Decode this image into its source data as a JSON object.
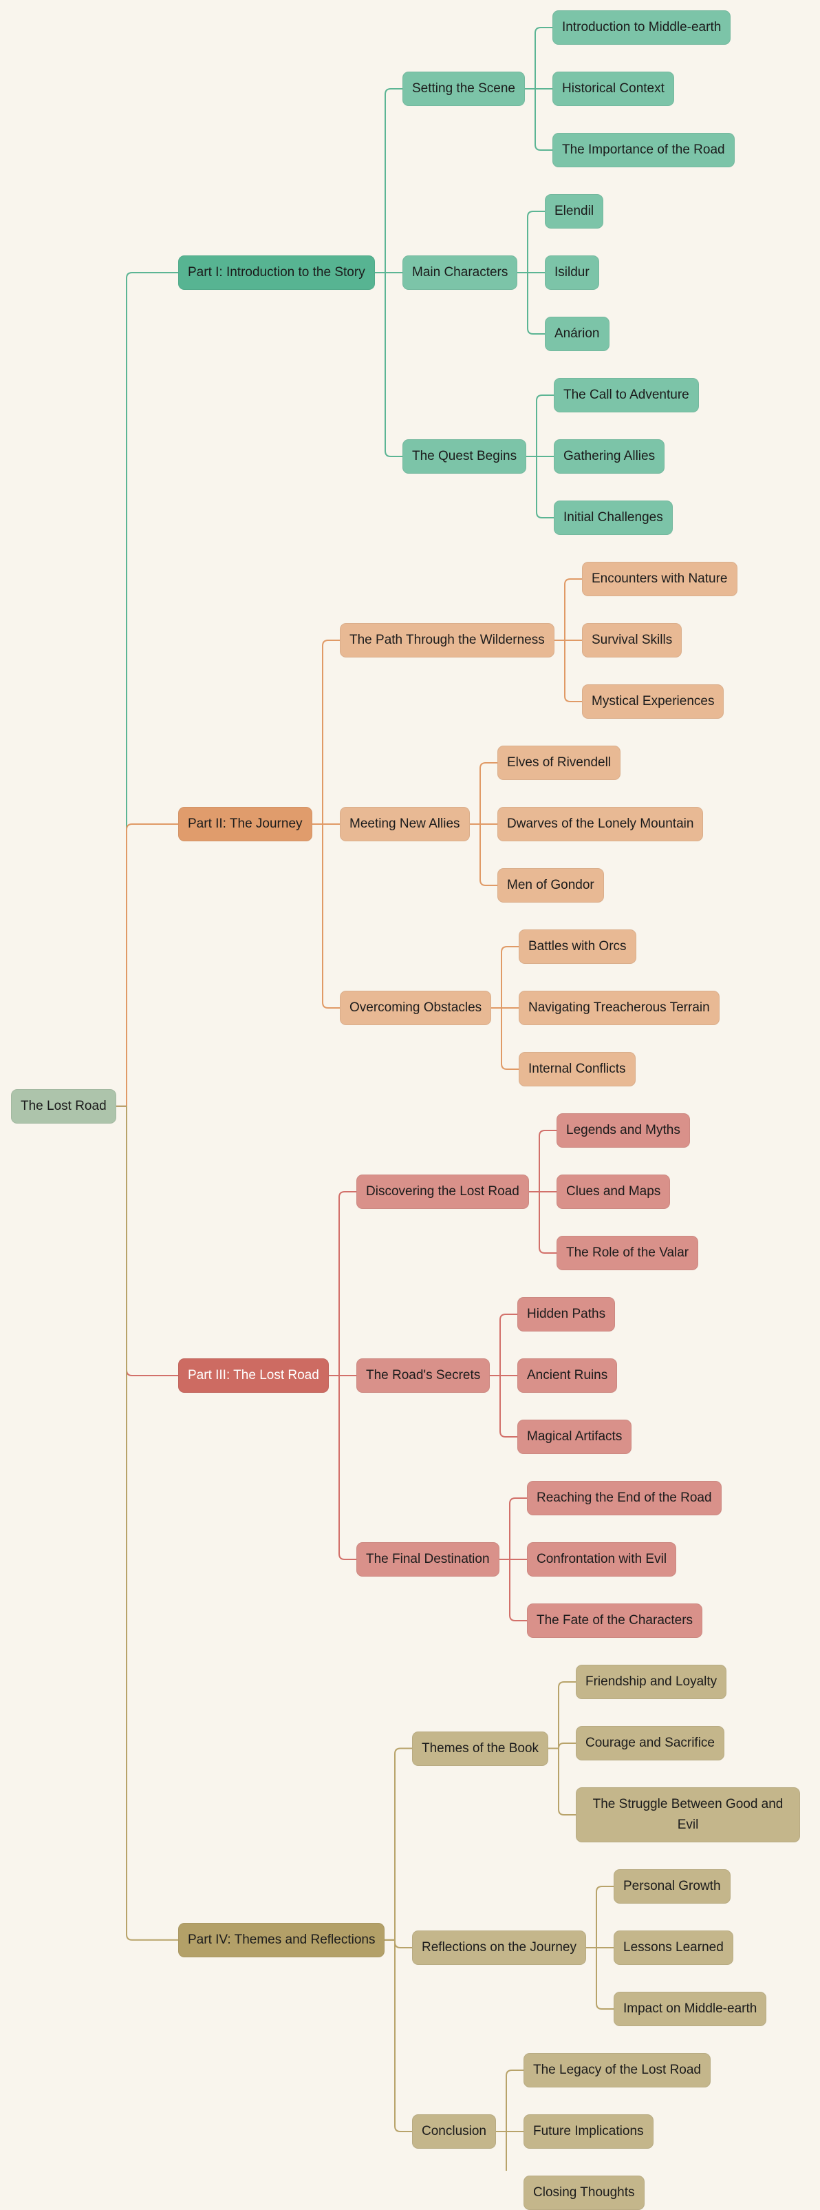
{
  "theme": {
    "root_color": "#adc4ab",
    "branches": [
      {
        "part_color": "#57b492",
        "child_color": "#7cc4a8",
        "line_color": "#5cb594",
        "part_text": "#1b1b1b"
      },
      {
        "part_color": "#e09c6c",
        "child_color": "#e8b994",
        "line_color": "#e09a66",
        "part_text": "#1b1b1b"
      },
      {
        "part_color": "#cd6b62",
        "child_color": "#d9918a",
        "line_color": "#d2706a",
        "part_text": "#ffffff"
      },
      {
        "part_color": "#b3a068",
        "child_color": "#c4b68b",
        "line_color": "#b8a36a",
        "part_text": "#1b1b1b"
      }
    ]
  },
  "mindmap": {
    "label": "The Lost Road",
    "children": [
      {
        "label": "Part I: Introduction to the Story",
        "children": [
          {
            "label": "Setting the Scene",
            "children": [
              {
                "label": "Introduction to Middle-earth"
              },
              {
                "label": "Historical Context"
              },
              {
                "label": "The Importance of the Road"
              }
            ]
          },
          {
            "label": "Main Characters",
            "children": [
              {
                "label": "Elendil"
              },
              {
                "label": "Isildur"
              },
              {
                "label": "Anárion"
              }
            ]
          },
          {
            "label": "The Quest Begins",
            "children": [
              {
                "label": "The Call to Adventure"
              },
              {
                "label": "Gathering Allies"
              },
              {
                "label": "Initial Challenges"
              }
            ]
          }
        ]
      },
      {
        "label": "Part II: The Journey",
        "children": [
          {
            "label": "The Path Through the Wilderness",
            "children": [
              {
                "label": "Encounters with Nature"
              },
              {
                "label": "Survival Skills"
              },
              {
                "label": "Mystical Experiences"
              }
            ]
          },
          {
            "label": "Meeting New Allies",
            "children": [
              {
                "label": "Elves of Rivendell"
              },
              {
                "label": "Dwarves of the Lonely Mountain"
              },
              {
                "label": "Men of Gondor"
              }
            ]
          },
          {
            "label": "Overcoming Obstacles",
            "children": [
              {
                "label": "Battles with Orcs"
              },
              {
                "label": "Navigating Treacherous Terrain"
              },
              {
                "label": "Internal Conflicts"
              }
            ]
          }
        ]
      },
      {
        "label": "Part III: The Lost Road",
        "children": [
          {
            "label": "Discovering the Lost Road",
            "children": [
              {
                "label": "Legends and Myths"
              },
              {
                "label": "Clues and Maps"
              },
              {
                "label": "The Role of the Valar"
              }
            ]
          },
          {
            "label": "The Road's Secrets",
            "children": [
              {
                "label": "Hidden Paths"
              },
              {
                "label": "Ancient Ruins"
              },
              {
                "label": "Magical Artifacts"
              }
            ]
          },
          {
            "label": "The Final Destination",
            "children": [
              {
                "label": "Reaching the End of the Road"
              },
              {
                "label": "Confrontation with Evil"
              },
              {
                "label": "The Fate of the Characters"
              }
            ]
          }
        ]
      },
      {
        "label": "Part IV: Themes and Reflections",
        "children": [
          {
            "label": "Themes of the Book",
            "children": [
              {
                "label": "Friendship and Loyalty"
              },
              {
                "label": "Courage and Sacrifice"
              },
              {
                "label": "The Struggle Between Good and Evil"
              }
            ]
          },
          {
            "label": "Reflections on the Journey",
            "children": [
              {
                "label": "Personal Growth"
              },
              {
                "label": "Lessons Learned"
              },
              {
                "label": "Impact on Middle-earth"
              }
            ]
          },
          {
            "label": "Conclusion",
            "children": [
              {
                "label": "The Legacy of the Lost Road"
              },
              {
                "label": "Future Implications"
              },
              {
                "label": "Closing Thoughts"
              }
            ]
          }
        ]
      }
    ]
  }
}
